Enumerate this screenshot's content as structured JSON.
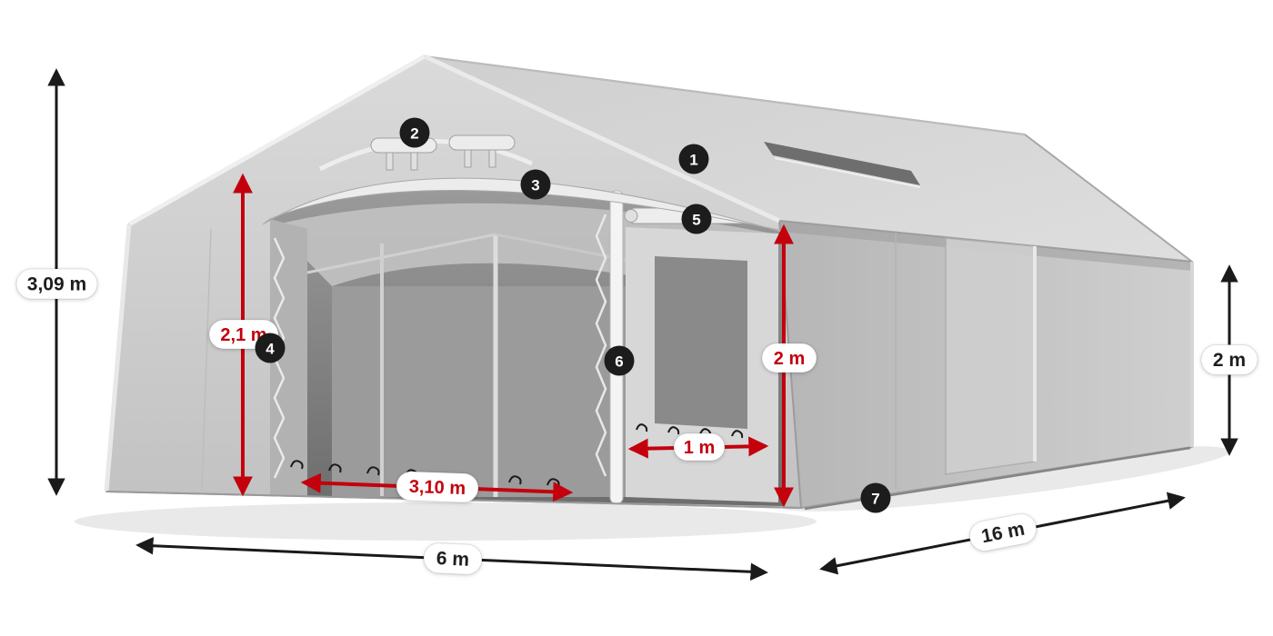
{
  "figure": {
    "subject": "Storage tent dimension diagram",
    "background": "#ffffff"
  },
  "dimensions": {
    "total_height": "3,09 m",
    "entrance_clear_height": "2,1 m",
    "inner_room_height": "2 m",
    "side_wall_height": "2 m",
    "entrance_width": "3,10 m",
    "inner_passage_width": "1 m",
    "tent_width": "6 m",
    "tent_length": "16 m"
  },
  "callouts": [
    {
      "number": "1"
    },
    {
      "number": "2"
    },
    {
      "number": "3"
    },
    {
      "number": "4"
    },
    {
      "number": "5"
    },
    {
      "number": "6"
    },
    {
      "number": "7"
    }
  ],
  "colors": {
    "dimension_red": "#c3000c",
    "dimension_black": "#1a1a1a",
    "callout_background": "#1c1c1c",
    "tarp_gray": "#c9c9c9"
  }
}
